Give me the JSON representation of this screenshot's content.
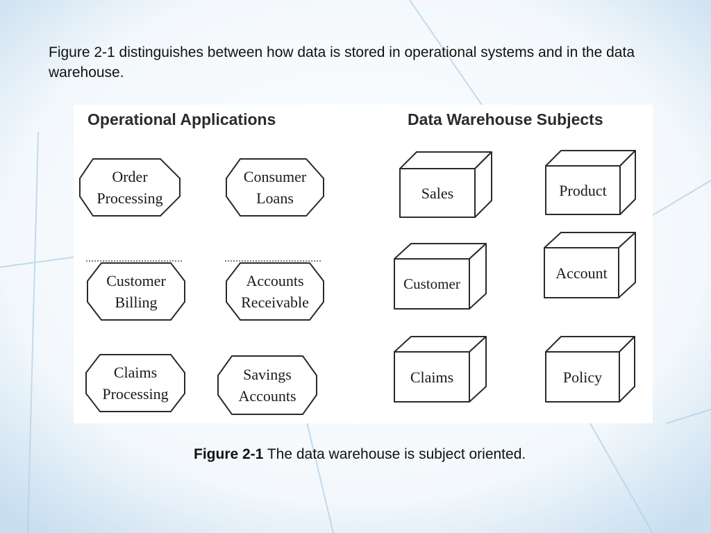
{
  "intro_text": "Figure 2-1 distinguishes between how data is stored in operational systems and in the data warehouse.",
  "diagram": {
    "operational_heading": "Operational Applications",
    "warehouse_heading": "Data Warehouse Subjects",
    "applications": [
      {
        "line1": "Order",
        "line2": "Processing"
      },
      {
        "line1": "Consumer",
        "line2": "Loans"
      },
      {
        "line1": "Customer",
        "line2": "Billing"
      },
      {
        "line1": "Accounts",
        "line2": "Receivable"
      },
      {
        "line1": "Claims",
        "line2": "Processing"
      },
      {
        "line1": "Savings",
        "line2": "Accounts"
      }
    ],
    "subjects": [
      "Sales",
      "Product",
      "Customer",
      "Account",
      "Claims",
      "Policy"
    ]
  },
  "caption": {
    "label": "Figure 2-1",
    "text": " The data warehouse is subject oriented."
  },
  "colors": {
    "background_accent": "#c9dff0",
    "line": "#2a2a2a"
  }
}
